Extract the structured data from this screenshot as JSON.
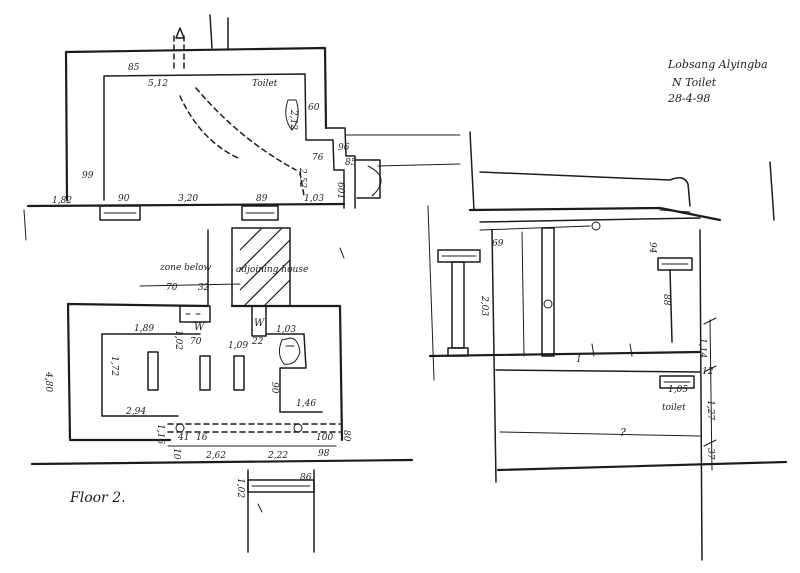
{
  "header": {
    "line1": "Lobsang Alyingba",
    "line2": "N Toilet",
    "line3": "28-4-98"
  },
  "plan_label": "Floor 2.",
  "upper_plan": {
    "d_85": "85",
    "d_512": "5,12",
    "d_toilet": "Toilet",
    "d_212a": "2,12",
    "d_60": "60",
    "d_76": "76",
    "d_96": "96",
    "d_85b": "85",
    "d_601": "601",
    "d_252": "2,52",
    "d_99": "99",
    "d_182": "1,82",
    "d_90": "90",
    "d_320": "3,20",
    "d_89": "89",
    "d_103": "1,03"
  },
  "lower_plan": {
    "d_zone": "zone below",
    "d_adjoining": "adjoining house",
    "d_70": "70",
    "d_32": "32",
    "d_189": "1,89",
    "d_102": "1,02",
    "d_W1": "W",
    "d_70b": "70",
    "d_109": "1,09",
    "d_22": "22",
    "d_W2": "W",
    "d_103b": "1,03",
    "d_480": "4,80",
    "d_172": "1,72",
    "d_90b": "90",
    "d_294": "2,94",
    "d_146": "1,46",
    "d_116": "1,16",
    "d_41": "41",
    "d_16": "16",
    "d_100": "100",
    "d_80": "80",
    "d_10": "10",
    "d_262": "2,62",
    "d_222": "2,22",
    "d_98": "98",
    "d_102b": "1,02",
    "d_86": "86"
  },
  "section": {
    "d_69": "69",
    "d_203": "2,03",
    "d_94": "94",
    "d_88": "88",
    "d_1": "1",
    "d_114": "1,14",
    "d_12": "12",
    "d_105": "1,05",
    "d_toilet2": "toilet",
    "d_127": "1,27",
    "d_q": "?",
    "d_37": "37"
  }
}
